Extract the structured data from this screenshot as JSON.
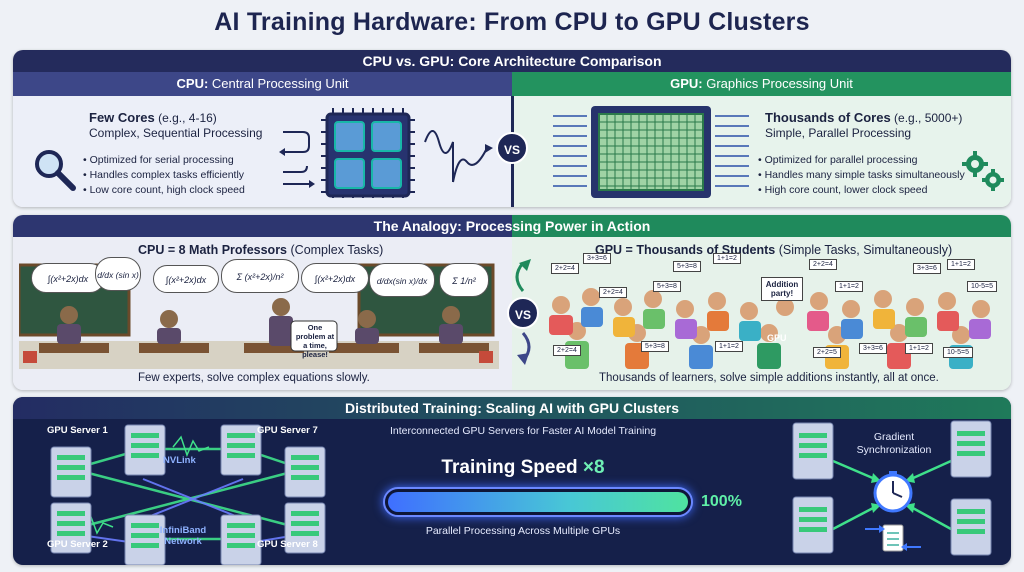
{
  "title": "AI Training Hardware: From CPU to GPU Clusters",
  "section1": {
    "title": "CPU vs. GPU: Core Architecture Comparison",
    "cpu": {
      "header_bold": "CPU:",
      "header_rest": "Central Processing Unit",
      "headline_bold": "Few Cores",
      "headline_rest": "(e.g., 4-16)",
      "subline": "Complex, Sequential Processing",
      "bullets": [
        "Optimized for serial processing",
        "Handles complex tasks efficiently",
        "Low core count, high clock speed"
      ]
    },
    "vs": "VS",
    "gpu": {
      "header_bold": "GPU:",
      "header_rest": "Graphics Processing Unit",
      "headline_bold": "Thousands of Cores",
      "headline_rest": "(e.g., 5000+)",
      "subline": "Simple, Parallel Processing",
      "bullets": [
        "Optimized for parallel processing",
        "Handles many simple tasks simultaneously",
        "High core count, lower clock speed"
      ]
    }
  },
  "section2": {
    "title": "The Analogy: Processing Power in Action",
    "cpu_head_bold": "CPU = 8 Math Professors",
    "cpu_head_rest": "(Complex Tasks)",
    "gpu_head_bold": "GPU = Thousands of Students",
    "gpu_head_rest": "(Simple Tasks, Simultaneously)",
    "vs": "VS",
    "bubbles": [
      "∫(x²+2x)dx",
      "d/dx (sin x)",
      "∫(x²+2x)dx",
      "Σ (x²+2x)/n²",
      "∫(x²+2x)dx",
      "d/dx(sin x)/dx",
      "Σ 1/n²"
    ],
    "professor_speech": "One problem at a time, please!",
    "signs": [
      "2+2=4",
      "3+3=6",
      "2+2=4",
      "5+3=8",
      "1+1=2",
      "Addition party!",
      "2+2=4",
      "1+1=2",
      "3+3=6",
      "10-5=5",
      "2+2=4",
      "5+3=8",
      "1+1=2",
      "2+2=5",
      "3+3=6",
      "1+1=2",
      "10-5=5",
      "1+1=2",
      "5+3=8",
      "GPU"
    ],
    "cpu_caption": "Few experts, solve complex equations slowly.",
    "gpu_caption": "Thousands of learners, solve simple additions instantly, all at once."
  },
  "section3": {
    "title": "Distributed Training: Scaling AI with GPU Clusters",
    "servers": [
      "GPU Server 1",
      "GPU Server 7",
      "GPU Server 2",
      "GPU Server 8"
    ],
    "nvlink": "NVLink",
    "infiniband": "InfiniBand Network",
    "subtitle": "Interconnected GPU Servers for Faster AI Model Training",
    "speed_label": "Training Speed",
    "speed_mult": "×8",
    "progress_percent": 100,
    "progress_label": "100%",
    "parallel_label": "Parallel Processing Across Multiple GPUs",
    "gradient_label": "Gradient Synchronization"
  },
  "colors": {
    "navy": "#242b5c",
    "cpu_blue": "#3d4788",
    "gpu_green": "#23935f",
    "accent_green": "#5ff0a8"
  }
}
